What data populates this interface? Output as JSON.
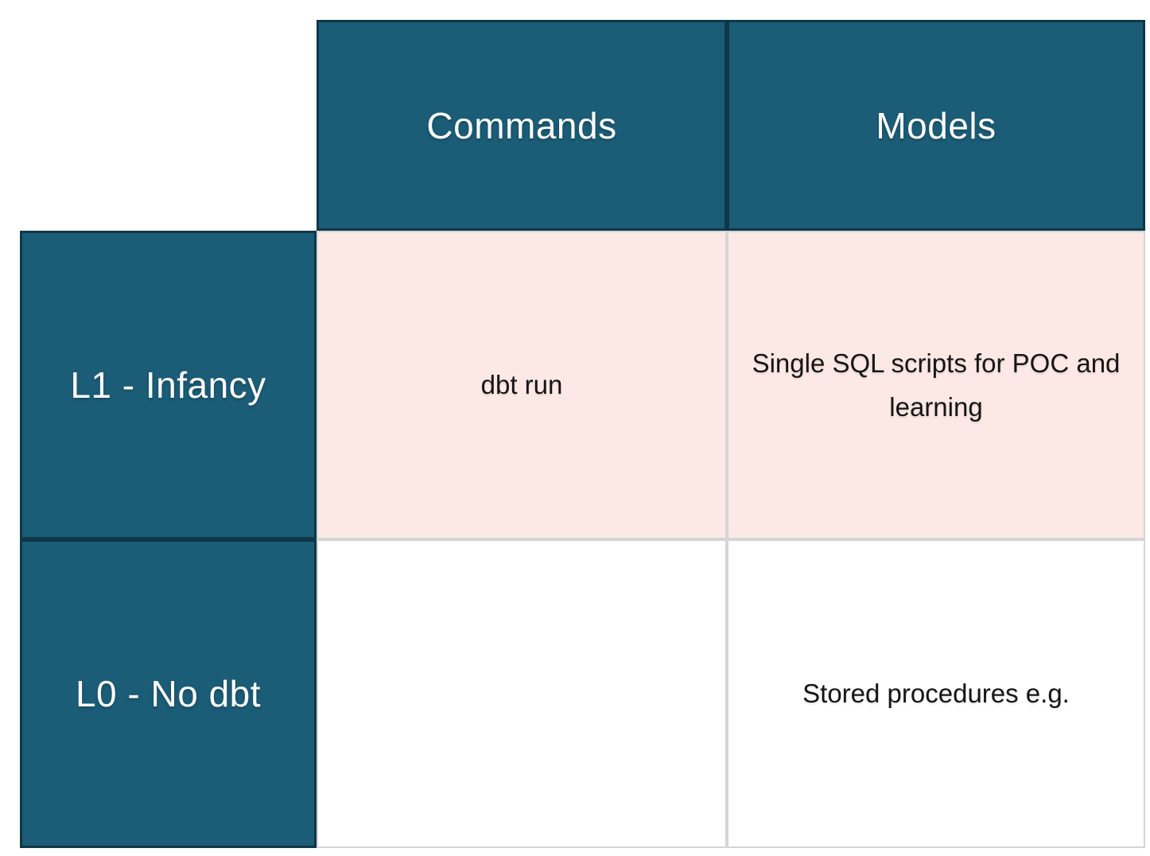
{
  "colors": {
    "header_background": "#1B5C77",
    "header_border": "#0E3846",
    "header_text": "#FDFDFD",
    "highlight_cell_background": "#FCE9E5",
    "plain_cell_background": "#FFFFFF",
    "cell_border": "#D5D5D7",
    "cell_text": "#161616",
    "page_background": "#FFFFFF"
  },
  "table": {
    "column_headers": [
      "Commands",
      "Models"
    ],
    "rows": [
      {
        "label": "L1 - Infancy",
        "highlighted": true,
        "cells": [
          "dbt run",
          "Single SQL scripts for POC and learning"
        ]
      },
      {
        "label": "L0 - No dbt",
        "highlighted": false,
        "cells": [
          "",
          "Stored procedures e.g."
        ]
      }
    ]
  },
  "chart_data": {
    "type": "table",
    "columns": [
      "",
      "Commands",
      "Models"
    ],
    "rows": [
      [
        "L1 - Infancy",
        "dbt run",
        "Single SQL scripts for POC and learning"
      ],
      [
        "L0 - No dbt",
        "",
        "Stored procedures e.g."
      ]
    ],
    "title": "",
    "layout_hints": {
      "header_row": "top",
      "header_column": "left",
      "highlighted_row": "L1 - Infancy",
      "top_left_corner": "empty"
    }
  }
}
